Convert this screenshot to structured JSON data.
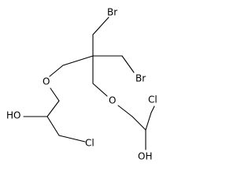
{
  "molecule": {
    "labels": {
      "br_top": "Br",
      "br_right": "Br",
      "o_left": "O",
      "o_right": "O",
      "oh_left": "HO",
      "oh_right": "OH",
      "cl_left": "Cl",
      "cl_right": "Cl"
    },
    "colors": {
      "bond": "#000000",
      "text": "#000000",
      "background": "#ffffff"
    }
  }
}
